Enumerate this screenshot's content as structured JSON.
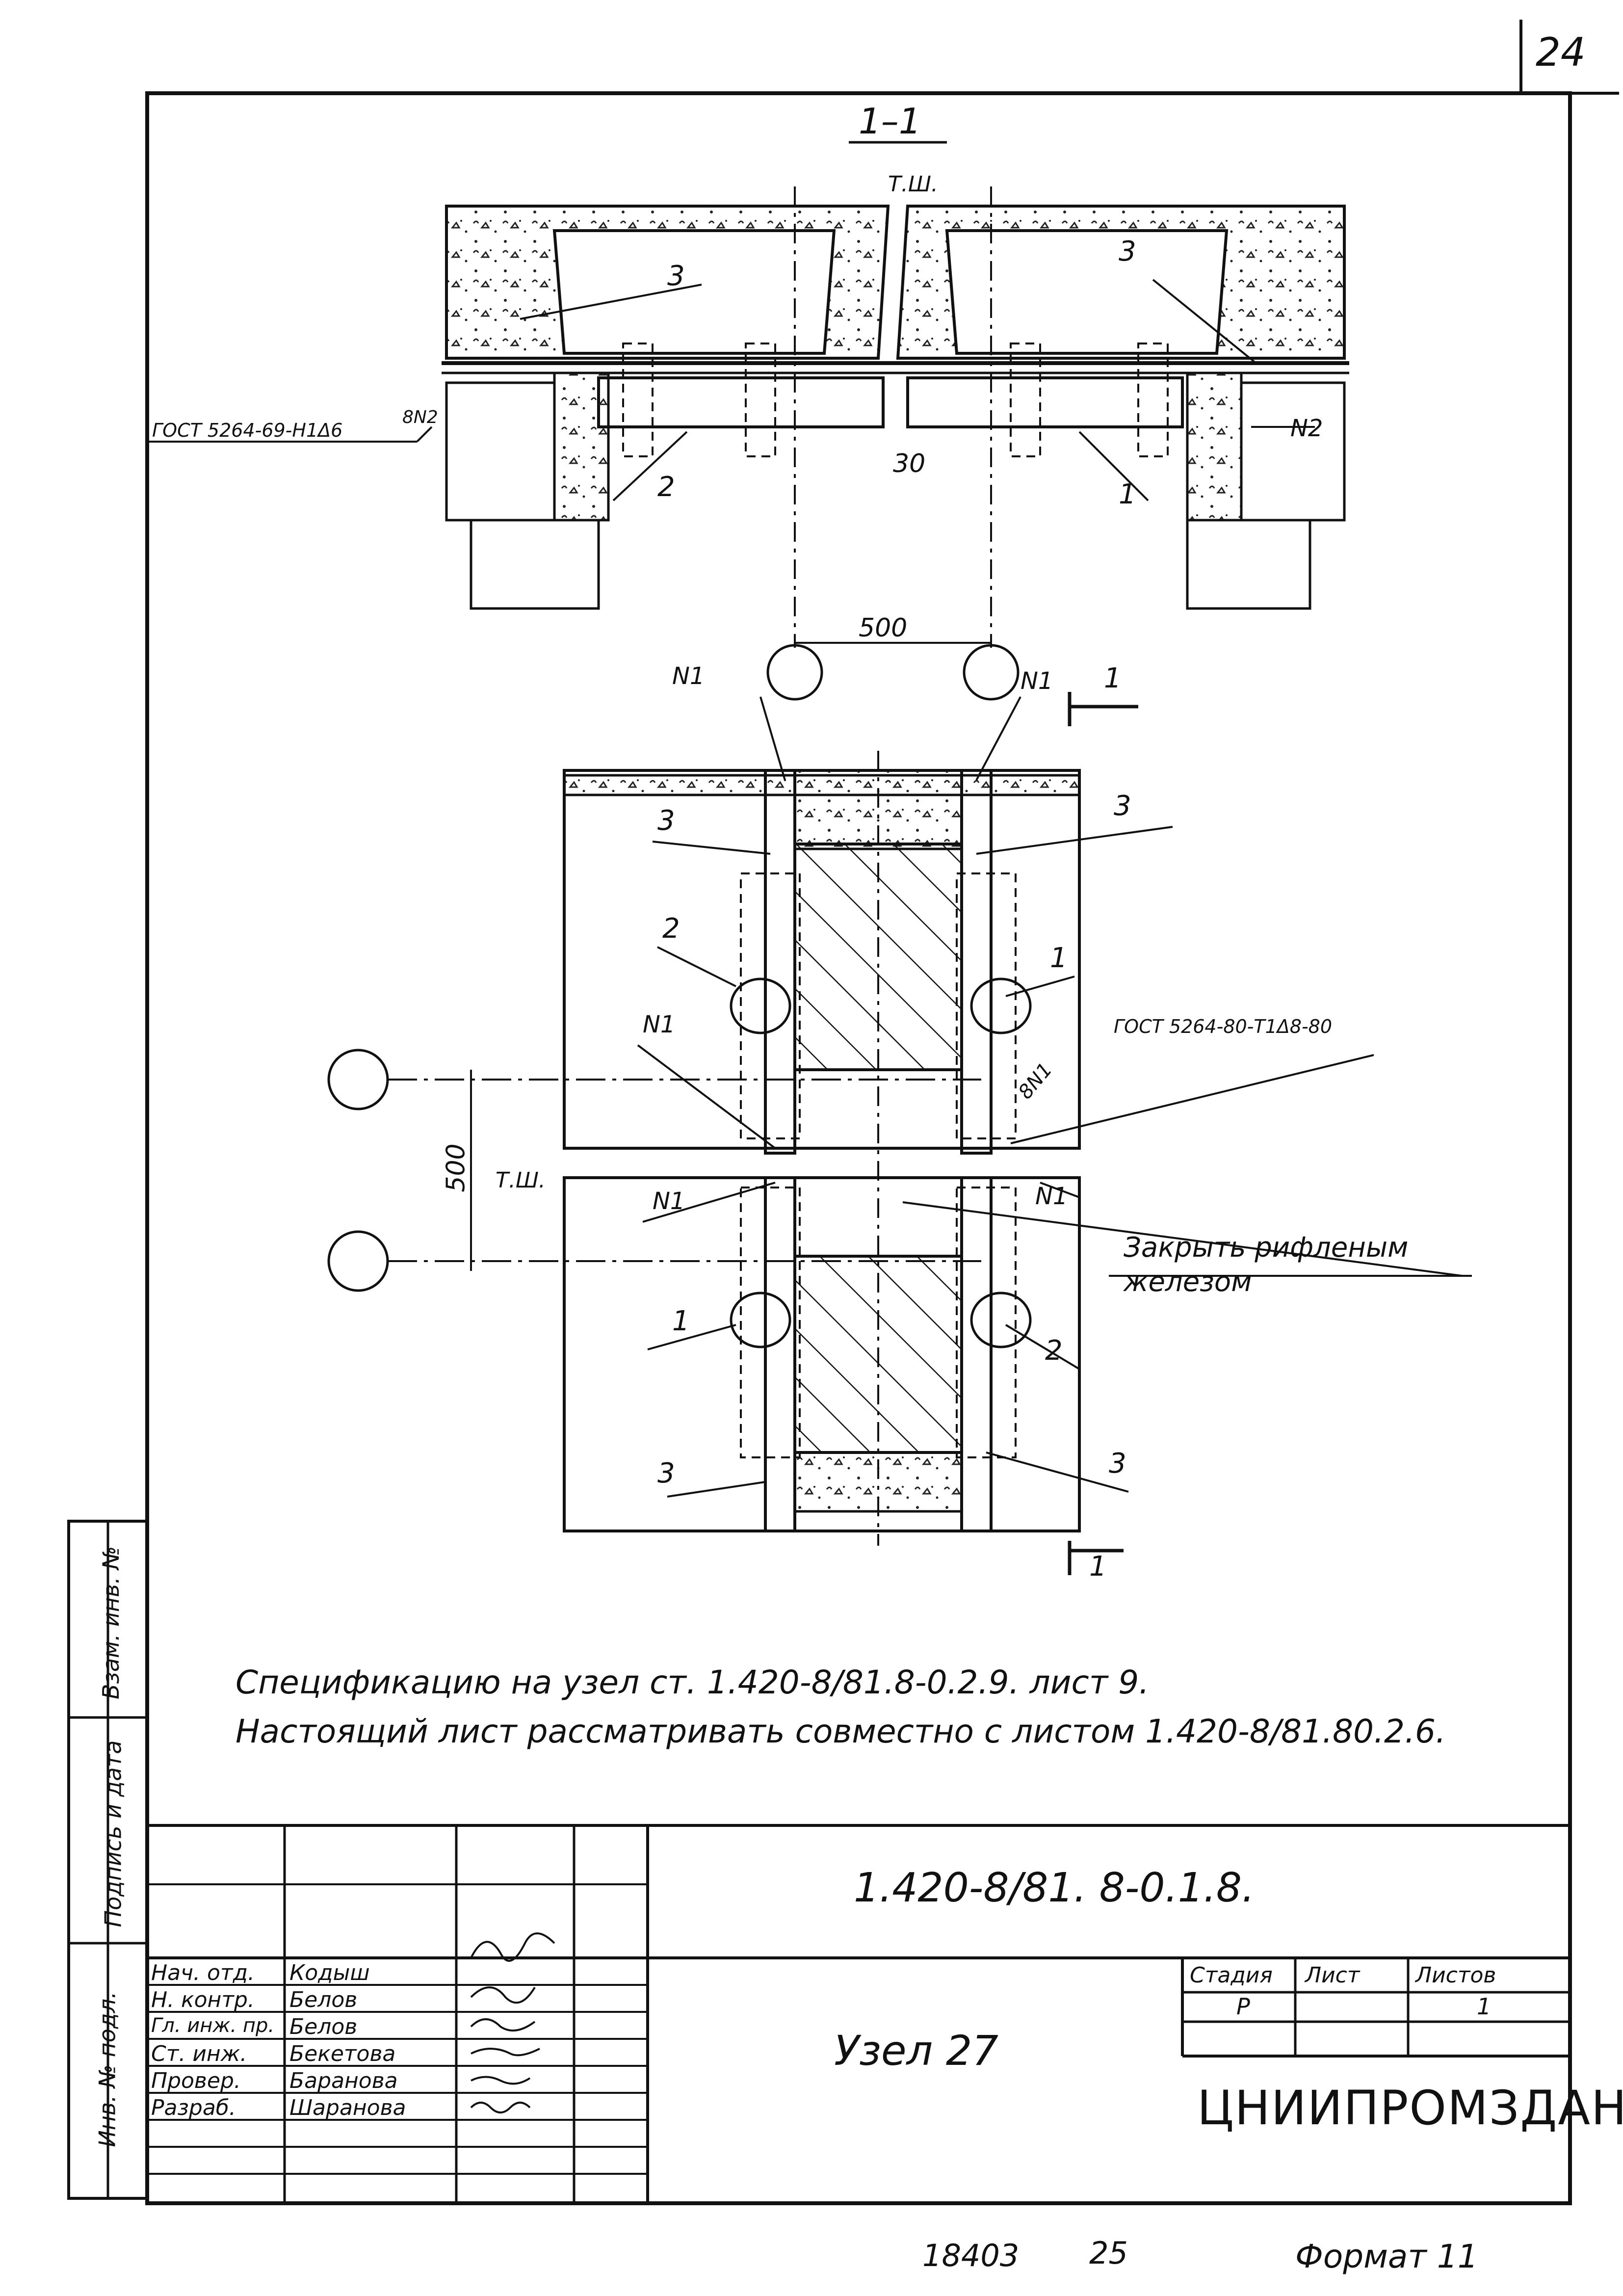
{
  "sheet_number": "24",
  "section_title": "1–1",
  "drawing_labels": {
    "ts_top": "Т.Ш.",
    "ts_mid": "Т.Ш.",
    "gost_top": "ГОСТ 5264-69-Н1Δ6",
    "gost_mid": "ГОСТ 5264-80-Т1Δ8-80",
    "weld_n2": "N2",
    "weld_8n2": "8N2",
    "weld_8n1": "8N1",
    "dim_30": "30",
    "dim_500_top": "500",
    "dim_500_left": "500",
    "section_mark": "1",
    "n1": "N1",
    "item_1": "1",
    "item_2": "2",
    "item_3": "3",
    "note_cover": "Закрыть рифленым",
    "note_cover_2": "железом"
  },
  "notes": [
    "Спецификацию на узел ст. 1.420-8/81.8-0.2.9. лист 9.",
    "Настоящий лист рассматривать совместно с листом 1.420-8/81.80.2.6."
  ],
  "side_stamp": {
    "vzam": "Взам. инв. №",
    "podpis": "Подпись и дата",
    "inv": "Инв. № подл."
  },
  "title_block": {
    "doc_code": "1.420-8/81. 8-0.1.8.",
    "title": "Узел 27",
    "stage_label": "Стадия",
    "sheet_label": "Лист",
    "sheets_label": "Листов",
    "stage_value": "Р",
    "sheets_value": "1",
    "organization": "ЦНИИПРОМЗДАНИЙ",
    "staff": [
      {
        "role": "Нач. отд.",
        "name": "Кодыш"
      },
      {
        "role": "Н. контр.",
        "name": "Белов"
      },
      {
        "role": "Гл. инж. пр.",
        "name": "Белов"
      },
      {
        "role": "Ст. инж.",
        "name": "Бекетова"
      },
      {
        "role": "Провер.",
        "name": "Баранова"
      },
      {
        "role": "Разраб.",
        "name": "Шаранова"
      }
    ]
  },
  "footer": {
    "archive_no": "18403",
    "copy_no": "25",
    "format": "Формат 11"
  }
}
